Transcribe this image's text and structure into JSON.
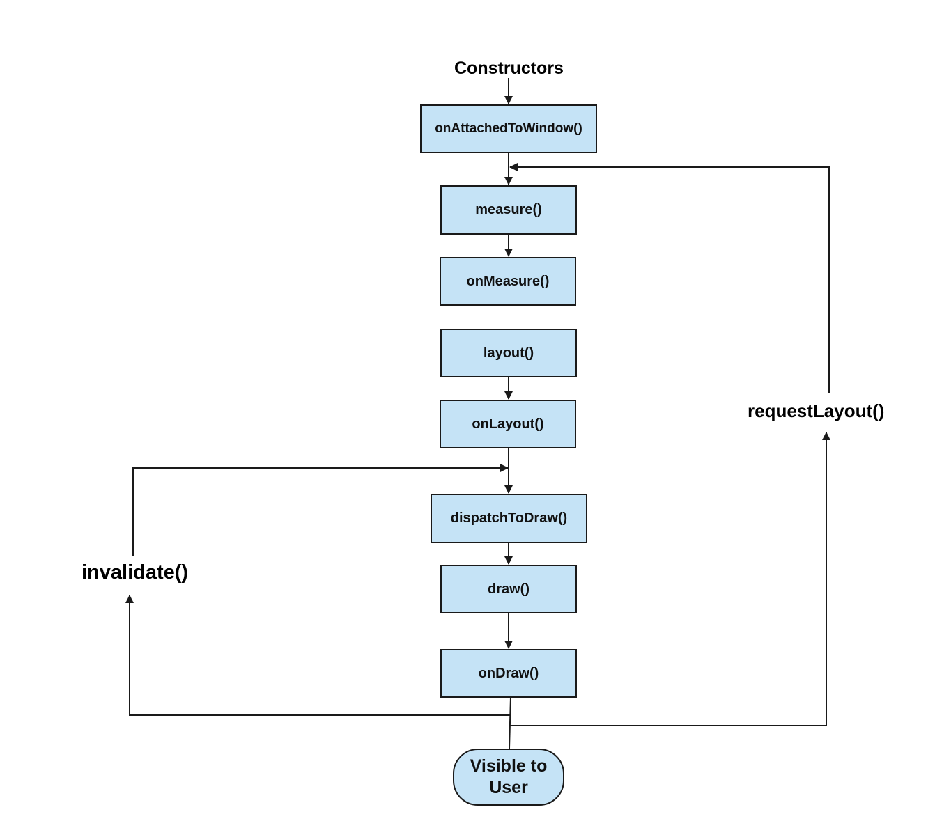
{
  "colors": {
    "node_fill": "#c5e3f6",
    "stroke": "#1a1a1a",
    "background": "#ffffff"
  },
  "labels": {
    "start": "Constructors",
    "invalidate": "invalidate()",
    "request_layout": "requestLayout()"
  },
  "nodes": {
    "on_attached": "onAttachedToWindow()",
    "measure": "measure()",
    "on_measure": "onMeasure()",
    "layout": "layout()",
    "on_layout": "onLayout()",
    "dispatch_draw": "dispatchToDraw()",
    "draw": "draw()",
    "on_draw": "onDraw()",
    "visible": "Visible to User"
  }
}
